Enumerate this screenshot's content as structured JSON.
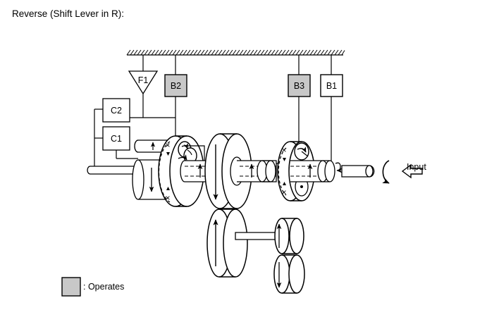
{
  "page": {
    "title": "Reverse (Shift Lever in R):",
    "background_color": "#ffffff",
    "line_color": "#000000",
    "operates_fill_color": "#c8c8c8"
  },
  "diagram": {
    "type": "automatic-transmission-power-flow",
    "ground_label": "hatched-ground-line",
    "clutches_and_brakes": [
      {
        "id": "F1",
        "label": "F1",
        "shape": "triangle",
        "state": "released",
        "fill": "#ffffff"
      },
      {
        "id": "B2",
        "label": "B2",
        "shape": "square",
        "state": "operates",
        "fill": "#c8c8c8"
      },
      {
        "id": "B3",
        "label": "B3",
        "shape": "square",
        "state": "operates",
        "fill": "#c8c8c8"
      },
      {
        "id": "B1",
        "label": "B1",
        "shape": "square",
        "state": "released",
        "fill": "#ffffff"
      },
      {
        "id": "C2",
        "label": "C2",
        "shape": "square",
        "state": "released",
        "fill": "#ffffff"
      },
      {
        "id": "C1",
        "label": "C1",
        "shape": "square",
        "state": "released",
        "fill": "#ffffff"
      }
    ],
    "input": {
      "label": "Input",
      "arrow": "hollow-left-arrow",
      "rotation": "counterclockwise"
    }
  },
  "legend": {
    "swatch_fill": "#c8c8c8",
    "text": ": Operates"
  }
}
